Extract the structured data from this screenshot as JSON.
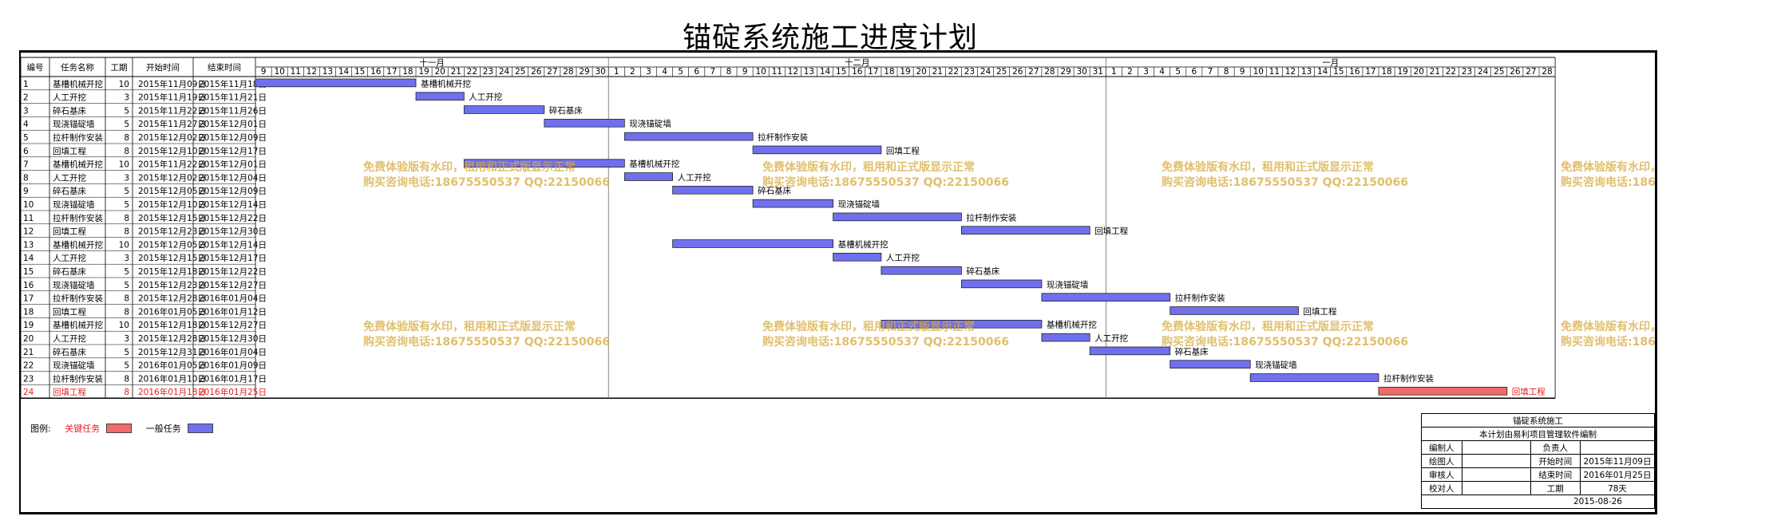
{
  "title": "锚碇系统施工进度计划",
  "table_headers": [
    "编号",
    "任务名称",
    "工期",
    "开始时间",
    "结束时间"
  ],
  "months": [
    "十一月",
    "十二月",
    "一月"
  ],
  "days": [
    9,
    10,
    11,
    12,
    13,
    14,
    15,
    16,
    17,
    18,
    19,
    20,
    21,
    22,
    23,
    24,
    25,
    26,
    27,
    28,
    29,
    30,
    1,
    2,
    3,
    4,
    5,
    6,
    7,
    8,
    9,
    10,
    11,
    12,
    13,
    14,
    15,
    16,
    17,
    18,
    19,
    20,
    21,
    22,
    23,
    24,
    25,
    26,
    27,
    28,
    29,
    30,
    31,
    1,
    2,
    3,
    4,
    5,
    6,
    7,
    8,
    9,
    10,
    11,
    12,
    13,
    14,
    15,
    16,
    17,
    18,
    19,
    20,
    21,
    22,
    23,
    24,
    25,
    26,
    27,
    28
  ],
  "watermark": [
    "免费体验版有水印，租用和正式版显示正常",
    "购买咨询电话:18675550537 QQ:22150066"
  ],
  "legend": {
    "label": "图例:",
    "critical": "关键任务",
    "normal": "一般任务",
    "critical_color": "#f26b6b",
    "normal_color": "#7070ee"
  },
  "info": {
    "title": "锚碇系统施工",
    "subtitle": "本计划由易利项目管理软件编制",
    "rows": [
      [
        "编制人",
        "",
        "负责人",
        ""
      ],
      [
        "绘图人",
        "",
        "开始时间",
        "2015年11月09日"
      ],
      [
        "审核人",
        "",
        "结束时间",
        "2016年01月25日"
      ],
      [
        "校对人",
        "",
        "工期",
        "78天"
      ]
    ],
    "date": "2015-08-26"
  },
  "chart_data": {
    "type": "gantt",
    "title": "锚碇系统施工进度计划",
    "x_range": [
      "2015-11-09",
      "2016-01-28"
    ],
    "tasks": [
      {
        "id": "1",
        "name": "基槽机械开挖",
        "duration": "10",
        "start": "2015年11月09日",
        "end": "2015年11月18日",
        "s": "2015-11-09",
        "e": "2015-11-18",
        "critical": false
      },
      {
        "id": "2",
        "name": "人工开挖",
        "duration": "3",
        "start": "2015年11月19日",
        "end": "2015年11月21日",
        "s": "2015-11-19",
        "e": "2015-11-21",
        "critical": false
      },
      {
        "id": "3",
        "name": "碎石基床",
        "duration": "5",
        "start": "2015年11月22日",
        "end": "2015年11月26日",
        "s": "2015-11-22",
        "e": "2015-11-26",
        "critical": false
      },
      {
        "id": "4",
        "name": "现浇锚碇墙",
        "duration": "5",
        "start": "2015年11月27日",
        "end": "2015年12月01日",
        "s": "2015-11-27",
        "e": "2015-12-01",
        "critical": false
      },
      {
        "id": "5",
        "name": "拉杆制作安装",
        "duration": "8",
        "start": "2015年12月02日",
        "end": "2015年12月09日",
        "s": "2015-12-02",
        "e": "2015-12-09",
        "critical": false
      },
      {
        "id": "6",
        "name": "回填工程",
        "duration": "8",
        "start": "2015年12月10日",
        "end": "2015年12月17日",
        "s": "2015-12-10",
        "e": "2015-12-17",
        "critical": false
      },
      {
        "id": "7",
        "name": "基槽机械开挖",
        "duration": "10",
        "start": "2015年11月22日",
        "end": "2015年12月01日",
        "s": "2015-11-22",
        "e": "2015-12-01",
        "critical": false
      },
      {
        "id": "8",
        "name": "人工开挖",
        "duration": "3",
        "start": "2015年12月02日",
        "end": "2015年12月04日",
        "s": "2015-12-02",
        "e": "2015-12-04",
        "critical": false
      },
      {
        "id": "9",
        "name": "碎石基床",
        "duration": "5",
        "start": "2015年12月05日",
        "end": "2015年12月09日",
        "s": "2015-12-05",
        "e": "2015-12-09",
        "critical": false
      },
      {
        "id": "10",
        "name": "现浇锚碇墙",
        "duration": "5",
        "start": "2015年12月10日",
        "end": "2015年12月14日",
        "s": "2015-12-10",
        "e": "2015-12-14",
        "critical": false
      },
      {
        "id": "11",
        "name": "拉杆制作安装",
        "duration": "8",
        "start": "2015年12月15日",
        "end": "2015年12月22日",
        "s": "2015-12-15",
        "e": "2015-12-22",
        "critical": false
      },
      {
        "id": "12",
        "name": "回填工程",
        "duration": "8",
        "start": "2015年12月23日",
        "end": "2015年12月30日",
        "s": "2015-12-23",
        "e": "2015-12-30",
        "critical": false
      },
      {
        "id": "13",
        "name": "基槽机械开挖",
        "duration": "10",
        "start": "2015年12月05日",
        "end": "2015年12月14日",
        "s": "2015-12-05",
        "e": "2015-12-14",
        "critical": false
      },
      {
        "id": "14",
        "name": "人工开挖",
        "duration": "3",
        "start": "2015年12月15日",
        "end": "2015年12月17日",
        "s": "2015-12-15",
        "e": "2015-12-17",
        "critical": false
      },
      {
        "id": "15",
        "name": "碎石基床",
        "duration": "5",
        "start": "2015年12月18日",
        "end": "2015年12月22日",
        "s": "2015-12-18",
        "e": "2015-12-22",
        "critical": false
      },
      {
        "id": "16",
        "name": "现浇锚碇墙",
        "duration": "5",
        "start": "2015年12月23日",
        "end": "2015年12月27日",
        "s": "2015-12-23",
        "e": "2015-12-27",
        "critical": false
      },
      {
        "id": "17",
        "name": "拉杆制作安装",
        "duration": "8",
        "start": "2015年12月28日",
        "end": "2016年01月04日",
        "s": "2015-12-28",
        "e": "2016-01-04",
        "critical": false
      },
      {
        "id": "18",
        "name": "回填工程",
        "duration": "8",
        "start": "2016年01月05日",
        "end": "2016年01月12日",
        "s": "2016-01-05",
        "e": "2016-01-12",
        "critical": false
      },
      {
        "id": "19",
        "name": "基槽机械开挖",
        "duration": "10",
        "start": "2015年12月18日",
        "end": "2015年12月27日",
        "s": "2015-12-18",
        "e": "2015-12-27",
        "critical": false
      },
      {
        "id": "20",
        "name": "人工开挖",
        "duration": "3",
        "start": "2015年12月28日",
        "end": "2015年12月30日",
        "s": "2015-12-28",
        "e": "2015-12-30",
        "critical": false
      },
      {
        "id": "21",
        "name": "碎石基床",
        "duration": "5",
        "start": "2015年12月31日",
        "end": "2016年01月04日",
        "s": "2015-12-31",
        "e": "2016-01-04",
        "critical": false
      },
      {
        "id": "22",
        "name": "现浇锚碇墙",
        "duration": "5",
        "start": "2016年01月05日",
        "end": "2016年01月09日",
        "s": "2016-01-05",
        "e": "2016-01-09",
        "critical": false
      },
      {
        "id": "23",
        "name": "拉杆制作安装",
        "duration": "8",
        "start": "2016年01月10日",
        "end": "2016年01月17日",
        "s": "2016-01-10",
        "e": "2016-01-17",
        "critical": false
      },
      {
        "id": "24",
        "name": "回填工程",
        "duration": "8",
        "start": "2016年01月18日",
        "end": "2016年01月25日",
        "s": "2016-01-18",
        "e": "2016-01-25",
        "critical": true
      }
    ]
  }
}
